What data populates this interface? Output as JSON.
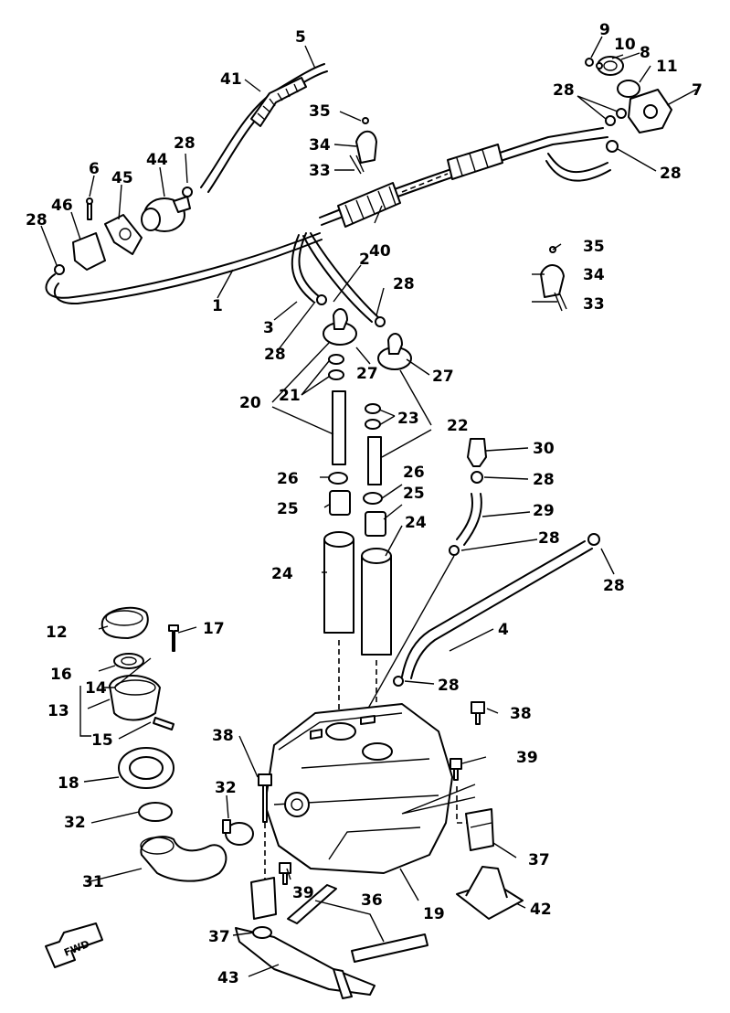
{
  "fwd_label": "FWD",
  "labels": [
    {
      "id": "5",
      "text": "5"
    },
    {
      "id": "41",
      "text": "41"
    },
    {
      "id": "35a",
      "text": "35"
    },
    {
      "id": "34a",
      "text": "34"
    },
    {
      "id": "33a",
      "text": "33"
    },
    {
      "id": "28a",
      "text": "28"
    },
    {
      "id": "6",
      "text": "6"
    },
    {
      "id": "44",
      "text": "44"
    },
    {
      "id": "45",
      "text": "45"
    },
    {
      "id": "46",
      "text": "46"
    },
    {
      "id": "28b",
      "text": "28"
    },
    {
      "id": "1",
      "text": "1"
    },
    {
      "id": "9",
      "text": "9"
    },
    {
      "id": "10",
      "text": "10"
    },
    {
      "id": "8",
      "text": "8"
    },
    {
      "id": "11",
      "text": "11"
    },
    {
      "id": "28c",
      "text": "28"
    },
    {
      "id": "7",
      "text": "7"
    },
    {
      "id": "28d",
      "text": "28"
    },
    {
      "id": "40",
      "text": "40"
    },
    {
      "id": "2",
      "text": "2"
    },
    {
      "id": "3",
      "text": "3"
    },
    {
      "id": "28e",
      "text": "28"
    },
    {
      "id": "28f",
      "text": "28"
    },
    {
      "id": "35b",
      "text": "35"
    },
    {
      "id": "34b",
      "text": "34"
    },
    {
      "id": "33b",
      "text": "33"
    },
    {
      "id": "27a",
      "text": "27"
    },
    {
      "id": "27b",
      "text": "27"
    },
    {
      "id": "20",
      "text": "20"
    },
    {
      "id": "21",
      "text": "21"
    },
    {
      "id": "23",
      "text": "23"
    },
    {
      "id": "22",
      "text": "22"
    },
    {
      "id": "30",
      "text": "30"
    },
    {
      "id": "28g",
      "text": "28"
    },
    {
      "id": "26a",
      "text": "26"
    },
    {
      "id": "26b",
      "text": "26"
    },
    {
      "id": "25a",
      "text": "25"
    },
    {
      "id": "25b",
      "text": "25"
    },
    {
      "id": "29",
      "text": "29"
    },
    {
      "id": "24a",
      "text": "24"
    },
    {
      "id": "24b",
      "text": "24"
    },
    {
      "id": "28h",
      "text": "28"
    },
    {
      "id": "28i",
      "text": "28"
    },
    {
      "id": "12",
      "text": "12"
    },
    {
      "id": "17",
      "text": "17"
    },
    {
      "id": "16",
      "text": "16"
    },
    {
      "id": "14",
      "text": "14"
    },
    {
      "id": "13",
      "text": "13"
    },
    {
      "id": "15",
      "text": "15"
    },
    {
      "id": "4",
      "text": "4"
    },
    {
      "id": "28j",
      "text": "28"
    },
    {
      "id": "38a",
      "text": "38"
    },
    {
      "id": "38b",
      "text": "38"
    },
    {
      "id": "39a",
      "text": "39"
    },
    {
      "id": "18",
      "text": "18"
    },
    {
      "id": "32a",
      "text": "32"
    },
    {
      "id": "32b",
      "text": "32"
    },
    {
      "id": "31",
      "text": "31"
    },
    {
      "id": "37a",
      "text": "37"
    },
    {
      "id": "39b",
      "text": "39"
    },
    {
      "id": "36",
      "text": "36"
    },
    {
      "id": "19",
      "text": "19"
    },
    {
      "id": "42",
      "text": "42"
    },
    {
      "id": "37b",
      "text": "37"
    },
    {
      "id": "43",
      "text": "43"
    }
  ]
}
